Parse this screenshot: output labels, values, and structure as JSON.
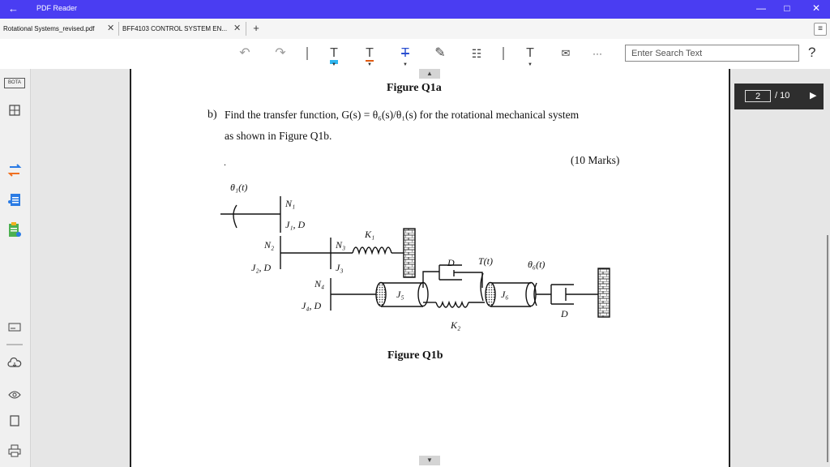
{
  "app": {
    "back_glyph": "←",
    "title": "PDF Reader",
    "min_glyph": "—",
    "max_glyph": "□",
    "close_glyph": "✕"
  },
  "tabs": [
    {
      "label": "Rotational Systems_revised.pdf",
      "close": "✕"
    },
    {
      "label": "BFF4103 CONTROL SYSTEM EN...",
      "close": "✕"
    }
  ],
  "new_tab": "+",
  "menu_glyph": "≡",
  "toolbar": {
    "undo": "↶",
    "redo": "↷",
    "highlight": "T",
    "underline": "T",
    "strike": "T",
    "draw": "✎",
    "note": "☷",
    "text": "T",
    "stamp": "✉",
    "more": "···",
    "caret": "▼"
  },
  "search": {
    "placeholder": "Enter Search Text",
    "help": "?"
  },
  "sidebar": {
    "bota": "BOTA"
  },
  "pager": {
    "current": "2",
    "total": "/ 10",
    "next": "▶"
  },
  "scroll": {
    "up": "▲",
    "down": "▼"
  },
  "document": {
    "fig_a_caption": "Figure Q1a",
    "question_label": "b)",
    "question_line1": "Find the transfer function, G(s) = θ₆(s)/θ₁(s) for the rotational mechanical system",
    "question_line2": "as shown in Figure Q1b.",
    "marks": "(10 Marks)",
    "fig_b_caption": "Figure Q1b",
    "labels": {
      "theta1": "θ₁(t)",
      "N1": "N₁",
      "J1D": "J₁, D",
      "N2": "N₂",
      "N3": "N₃",
      "K1": "K₁",
      "J2D": "J₂, D",
      "J3": "J₃",
      "D_mid": "D",
      "T": "T(t)",
      "theta6": "θ₆(t)",
      "N4": "N₄",
      "J5": "J₅",
      "J6": "J₆",
      "J4D": "J₄, D",
      "D_right": "D",
      "K2": "K₂"
    }
  }
}
